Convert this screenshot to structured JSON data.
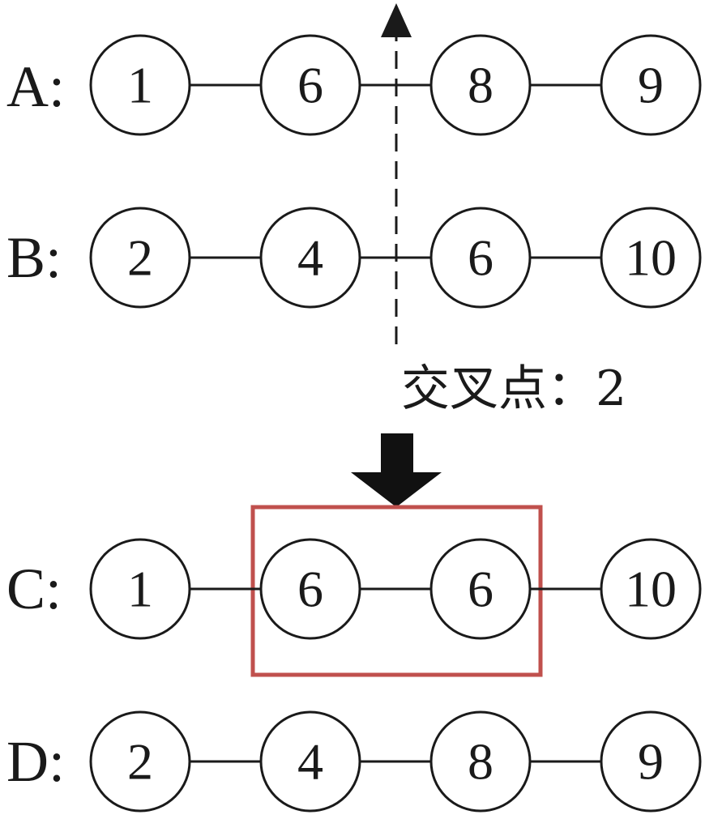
{
  "rows": [
    {
      "label": "A:",
      "nodes": [
        "1",
        "6",
        "8",
        "9"
      ]
    },
    {
      "label": "B:",
      "nodes": [
        "2",
        "4",
        "6",
        "10"
      ]
    },
    {
      "label": "C:",
      "nodes": [
        "1",
        "6",
        "6",
        "10"
      ]
    },
    {
      "label": "D:",
      "nodes": [
        "2",
        "4",
        "8",
        "9"
      ]
    }
  ],
  "crossover": {
    "label": "交叉点：2",
    "point": 2
  },
  "highlight": {
    "row": "C",
    "nodes_from": 2,
    "nodes_to": 3
  },
  "colors": {
    "stroke": "#1a1a1a",
    "highlight": "#c0504d",
    "background": "#ffffff"
  }
}
